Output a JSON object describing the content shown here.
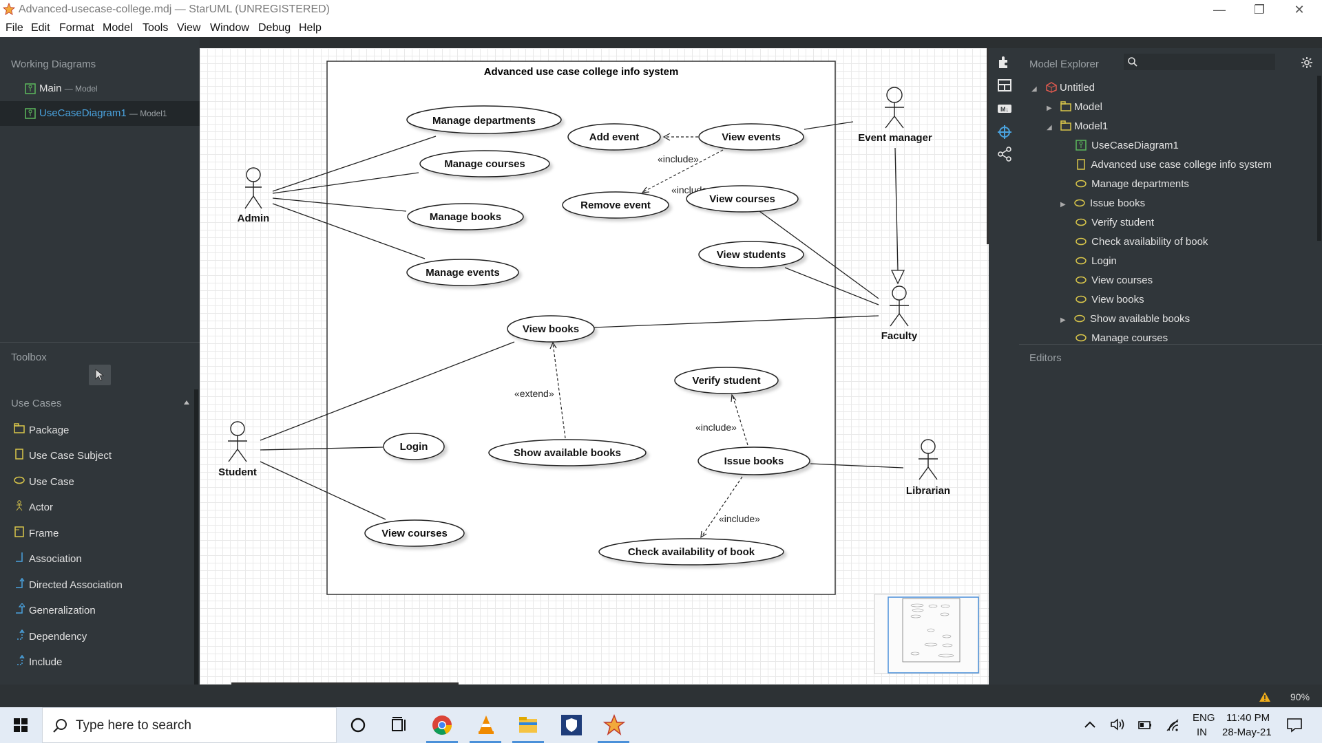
{
  "window": {
    "title": "Advanced-usecase-college.mdj — StarUML (UNREGISTERED)",
    "minimize": "—",
    "maximize": "❐",
    "close": "✕"
  },
  "menu": [
    "File",
    "Edit",
    "Format",
    "Model",
    "Tools",
    "View",
    "Window",
    "Debug",
    "Help"
  ],
  "working_diagrams": {
    "header": "Working Diagrams",
    "items": [
      {
        "name": "Main",
        "owner": "— Model"
      },
      {
        "name": "UseCaseDiagram1",
        "owner": "— Model1"
      }
    ]
  },
  "toolbox": {
    "header": "Toolbox",
    "section": "Use Cases",
    "items": [
      "Package",
      "Use Case Subject",
      "Use Case",
      "Actor",
      "Frame",
      "Association",
      "Directed Association",
      "Generalization",
      "Dependency",
      "Include"
    ]
  },
  "diagram": {
    "subject": "Advanced use case college info system",
    "actors": {
      "admin": "Admin",
      "student": "Student",
      "event_manager": "Event  manager",
      "faculty": "Faculty",
      "librarian": "Librarian"
    },
    "usecases": {
      "manage_departments": "Manage departments",
      "manage_courses": "Manage courses",
      "manage_books": "Manage books",
      "manage_events": "Manage events",
      "add_event": "Add event",
      "view_events": "View events",
      "remove_event": "Remove event",
      "view_courses_faculty": "View courses",
      "view_students": "View students",
      "view_books": "View books",
      "verify_student": "Verify student",
      "login": "Login",
      "show_available_books": "Show available books",
      "issue_books": "Issue books",
      "view_courses_student": "View courses",
      "check_availability": "Check availability of book"
    },
    "labels": {
      "include": "«include»",
      "extend": "«extend»"
    }
  },
  "model_explorer": {
    "header": "Model Explorer",
    "items": [
      {
        "label": "Untitled",
        "icon": "project-icon"
      },
      {
        "label": "Model",
        "icon": "package-icon"
      },
      {
        "label": "Model1",
        "icon": "package-icon"
      },
      {
        "label": "UseCaseDiagram1",
        "icon": "diagram-icon"
      },
      {
        "label": "Advanced use case college info system",
        "icon": "subject-icon"
      },
      {
        "label": "Manage departments",
        "icon": "usecase-icon"
      },
      {
        "label": "Issue books",
        "icon": "usecase-icon"
      },
      {
        "label": "Verify student",
        "icon": "usecase-icon"
      },
      {
        "label": "Check availability of book",
        "icon": "usecase-icon"
      },
      {
        "label": "Login",
        "icon": "usecase-icon"
      },
      {
        "label": "View courses",
        "icon": "usecase-icon"
      },
      {
        "label": "View books",
        "icon": "usecase-icon"
      },
      {
        "label": "Show available books",
        "icon": "usecase-icon"
      },
      {
        "label": "Manage courses",
        "icon": "usecase-icon"
      }
    ]
  },
  "editors": {
    "header": "Editors"
  },
  "status": {
    "zoom": "90%"
  },
  "taskbar": {
    "search_placeholder": "Type here to search",
    "lang_line1": "ENG",
    "lang_line2": "IN",
    "time": "11:40 PM",
    "date": "28-May-21"
  },
  "colors": {
    "panel_bg": "#30363a",
    "accent_yellow": "#d9c64a",
    "accent_green": "#5cb85c",
    "selected_diagram": "#4aa3df"
  }
}
